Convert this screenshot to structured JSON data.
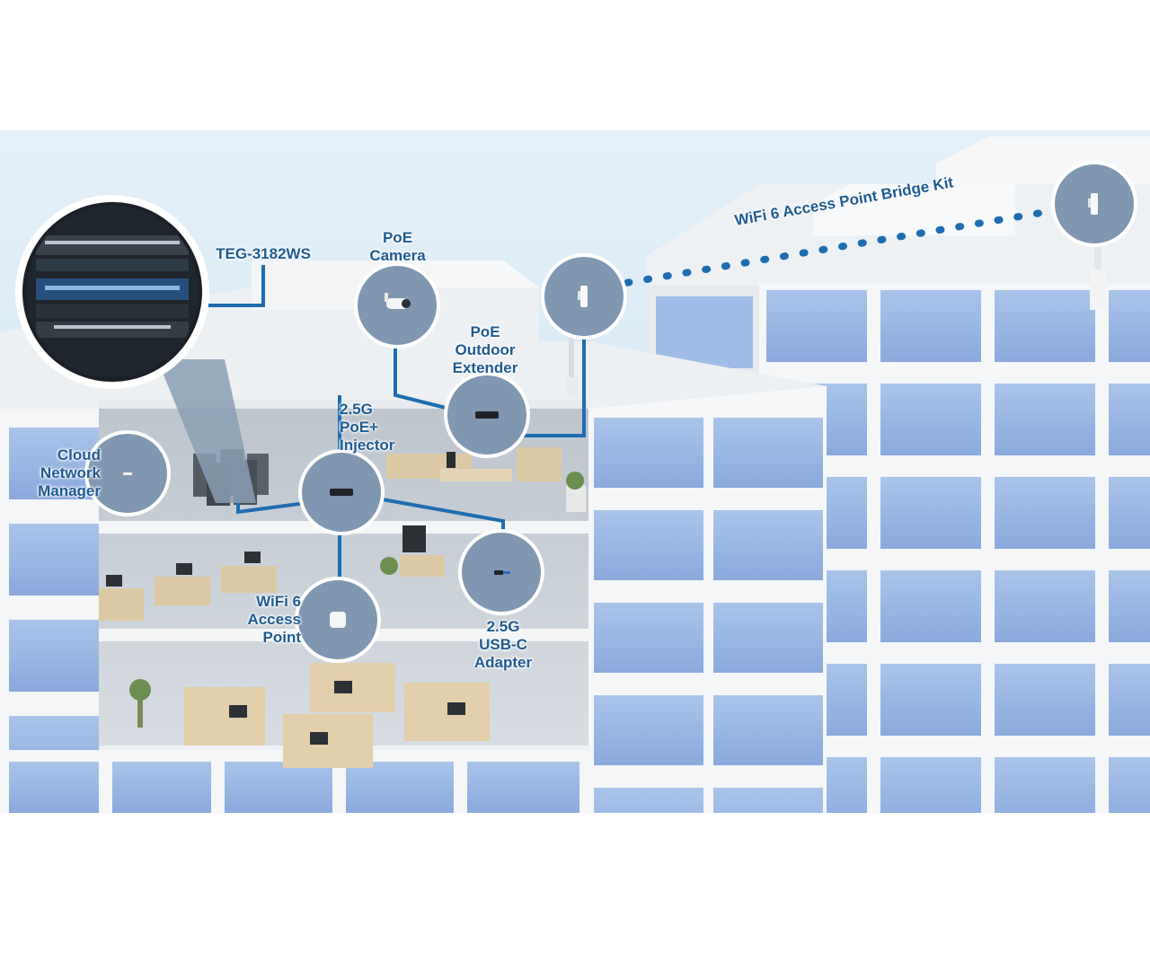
{
  "colors": {
    "sky": "#cfe4f1",
    "glass": "#9dbbe6",
    "glass_dark": "#87a9dc",
    "wall": "#f1f3f6",
    "link": "#1e6db0",
    "badge": "#7f97b0",
    "badge_ring": "#ffffff",
    "label": "#1f5b93"
  },
  "labels": {
    "switch": [
      "TEG-3182WS"
    ],
    "camera": [
      "PoE",
      "Camera"
    ],
    "extender": [
      "PoE",
      "Outdoor",
      "Extender"
    ],
    "injector": [
      "2.5G",
      "PoE+",
      "Injector"
    ],
    "cloud": [
      "Cloud",
      "Network",
      "Manager"
    ],
    "access_point": [
      "WiFi 6",
      "Access",
      "Point"
    ],
    "usb_adapter": [
      "2.5G",
      "USB-C",
      "Adapter"
    ],
    "bridge_kit": [
      "WiFi 6 Access Point Bridge Kit"
    ]
  },
  "icons": {
    "switch": "network-switch-rack-icon",
    "camera": "bullet-camera-icon",
    "extender": "poe-extender-icon",
    "injector": "poe-injector-icon",
    "cloud": "cloud-manager-icon",
    "access_point": "ceiling-access-point-icon",
    "usb_adapter": "usb-c-adapter-icon",
    "bridge_a": "outdoor-bridge-icon",
    "bridge_b": "outdoor-bridge-icon"
  }
}
